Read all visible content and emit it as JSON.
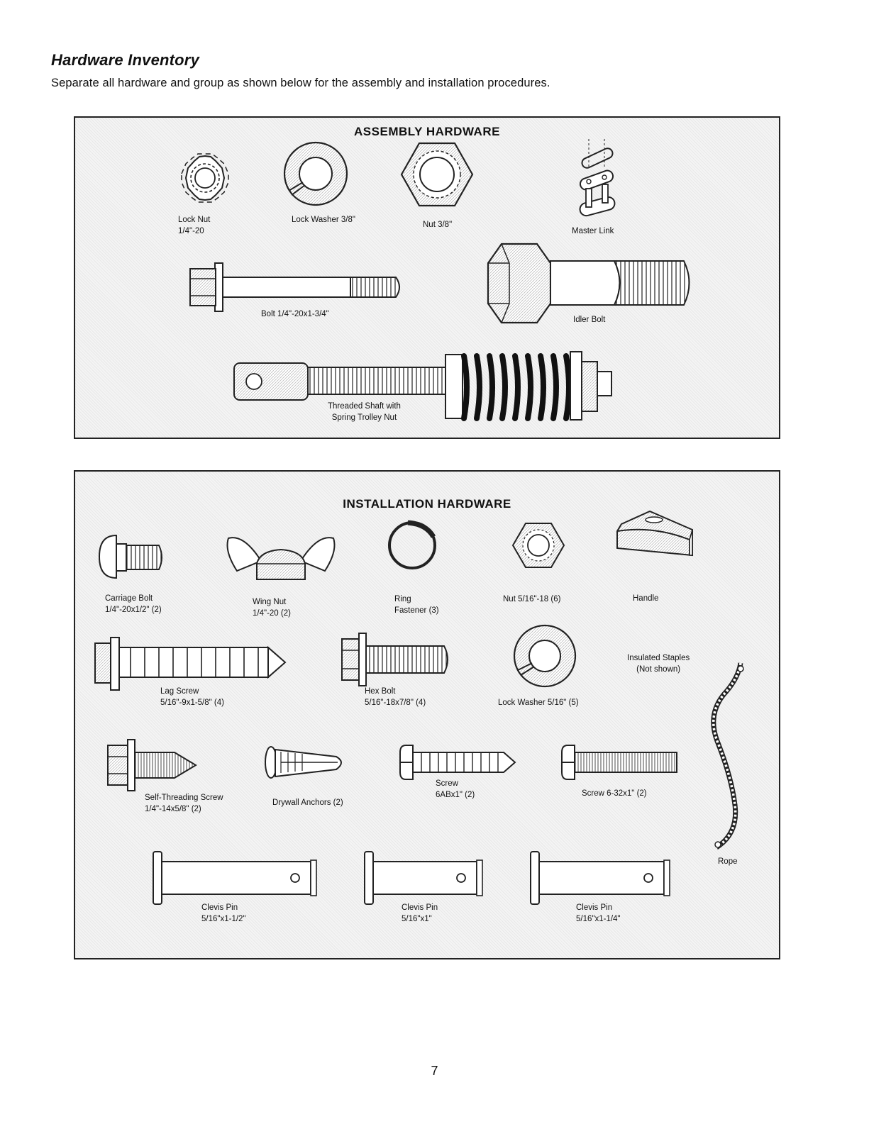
{
  "page": {
    "title": "Hardware Inventory",
    "intro": "Separate all hardware and group as shown below for the assembly and installation procedures.",
    "page_number": "7"
  },
  "assembly": {
    "title": "ASSEMBLY HARDWARE",
    "items": {
      "lock_nut": [
        "Lock Nut",
        "1/4\"-20"
      ],
      "lock_washer": [
        "Lock Washer 3/8\""
      ],
      "nut": [
        "Nut 3/8\""
      ],
      "master_link": [
        "Master Link"
      ],
      "bolt": [
        "Bolt 1/4\"-20x1-3/4\""
      ],
      "idler_bolt": [
        "Idler Bolt"
      ],
      "threaded_shaft": [
        "Threaded Shaft with",
        "Spring Trolley Nut"
      ]
    }
  },
  "installation": {
    "title": "INSTALLATION HARDWARE",
    "items": {
      "carriage_bolt": [
        "Carriage Bolt",
        "1/4\"-20x1/2\" (2)"
      ],
      "wing_nut": [
        "Wing Nut",
        "1/4\"-20 (2)"
      ],
      "ring_fastener": [
        "Ring",
        "Fastener (3)"
      ],
      "nut_516": [
        "Nut  5/16\"-18 (6)"
      ],
      "handle": [
        "Handle"
      ],
      "lag_screw": [
        "Lag Screw",
        "5/16\"-9x1-5/8\" (4)"
      ],
      "hex_bolt": [
        "Hex Bolt",
        "5/16\"-18x7/8\" (4)"
      ],
      "lock_washer_516": [
        "Lock Washer  5/16\" (5)"
      ],
      "insulated_staples": [
        "Insulated Staples",
        "(Not shown)"
      ],
      "self_threading_screw": [
        "Self-Threading Screw",
        "1/4\"-14x5/8\" (2)"
      ],
      "drywall_anchors": [
        "Drywall Anchors (2)"
      ],
      "screw_6ab": [
        "Screw",
        "6ABx1\" (2)"
      ],
      "screw_632": [
        "Screw 6-32x1\" (2)"
      ],
      "rope": [
        "Rope"
      ],
      "clevis_pin_1": [
        "Clevis Pin",
        "5/16\"x1-1/2\""
      ],
      "clevis_pin_2": [
        "Clevis Pin",
        "5/16\"x1\""
      ],
      "clevis_pin_3": [
        "Clevis Pin",
        "5/16\"x1-1/4\""
      ]
    }
  }
}
